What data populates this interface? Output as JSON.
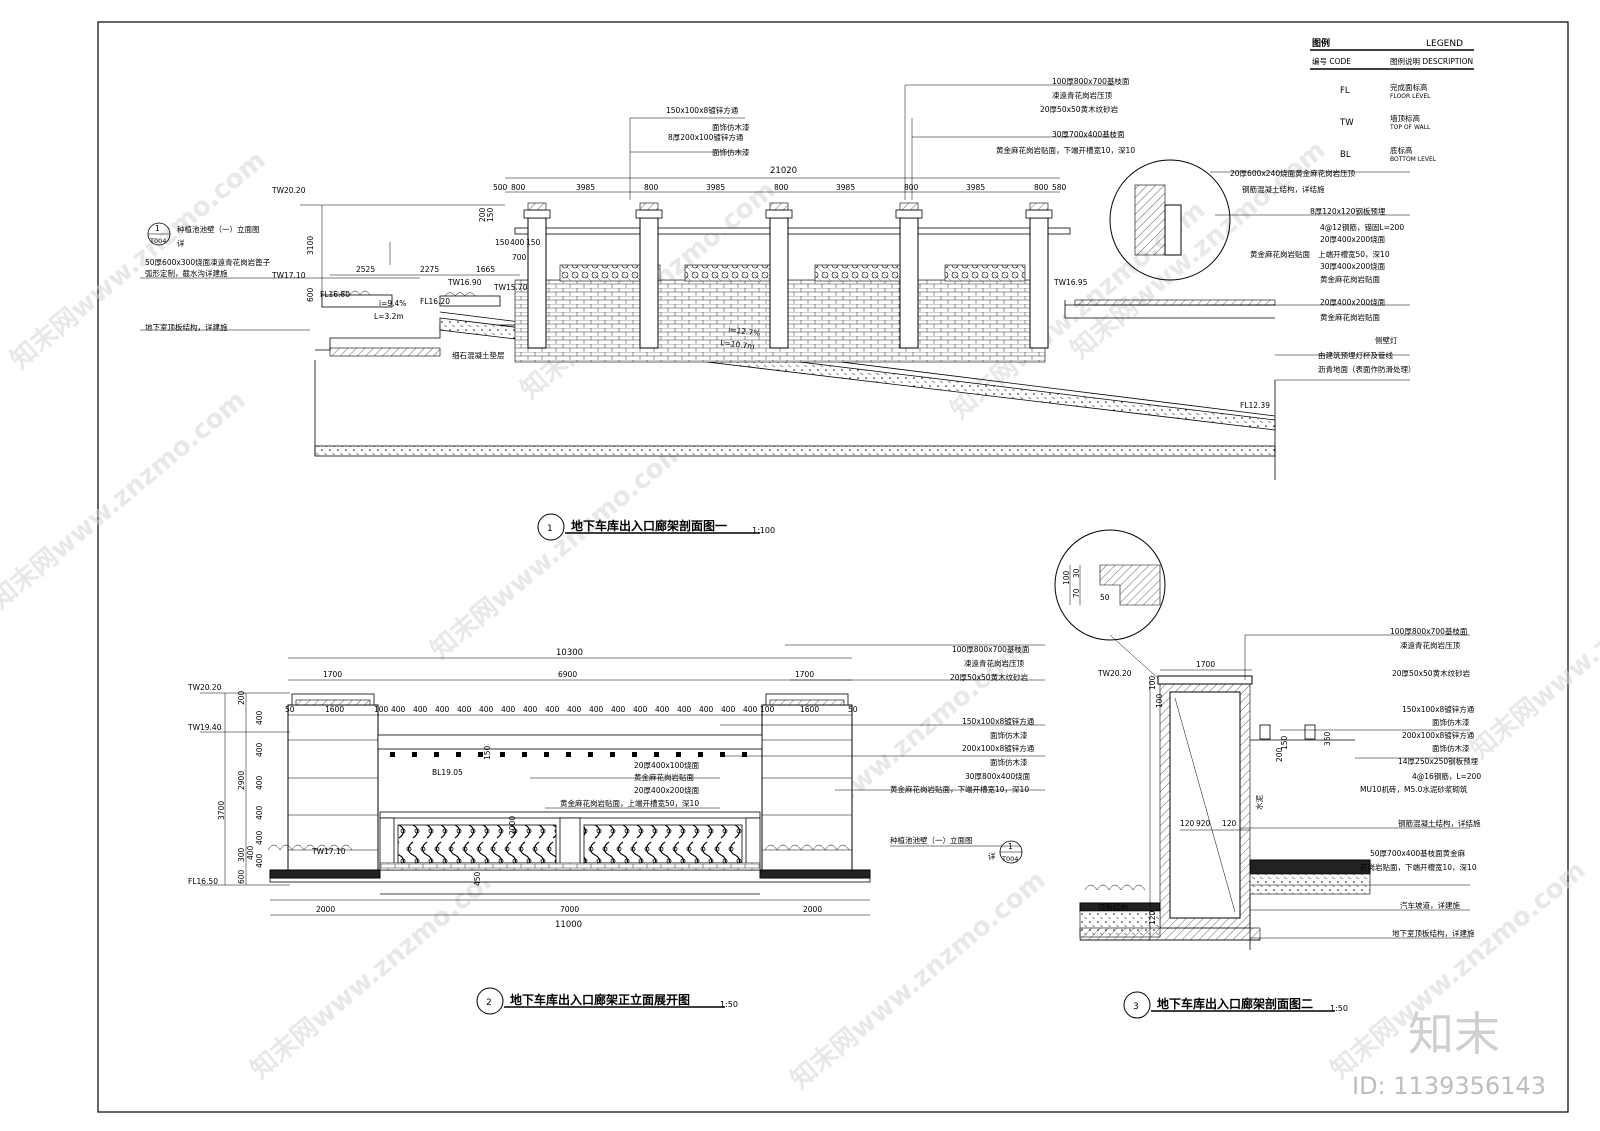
{
  "legend": {
    "title_cn": "图例",
    "title_en": "LEGEND",
    "col_code": "编号 CODE",
    "col_desc": "图例说明 DESCRIPTION",
    "items": [
      {
        "code": "FL",
        "cn": "完成面标高",
        "en": "FLOOR LEVEL"
      },
      {
        "code": "TW",
        "cn": "墙顶标高",
        "en": "TOP OF WALL"
      },
      {
        "code": "BL",
        "cn": "底标高",
        "en": "BOTTOM LEVEL"
      }
    ]
  },
  "section1": {
    "number": "1",
    "title": "地下车库出入口廊架剖面图一",
    "scale": "1:100",
    "top_notes": [
      "150x100x8镀锌方通",
      "面饰仿木漆",
      "8厚200x100镀锌方通",
      "面饰仿木漆"
    ],
    "right_top_notes": [
      "100厚800x700基枝面",
      "凍遠青花岗岩压顶",
      "20厚50x50黄木纹砂岩",
      "30厚700x400基枝面",
      "黄金麻花岗岩贴面，下端开槽宽10，深10"
    ],
    "right_notes": [
      "20厚600x240烧面黄金麻花岗岩压顶",
      "钢筋混凝土结构，详结施",
      "8厚120x120钢板预埋",
      "4@12钢筋，锚固L=200",
      "20厚400x200烧面",
      "黄金麻花岗岩贴面",
      "上端开槽宽50，深10",
      "30厚400x200烧面",
      "黄金麻花岗岩贴面",
      "20厚400x200烧面",
      "黄金麻花岗岩贴面",
      "侧壁灯",
      "由建筑预埋灯杯及管线",
      "沥青地面（表面作防滑处理）"
    ],
    "left_notes": [
      "种植池池壁（一）立面图",
      "详",
      "50厚600x300烧面凍遠青花岗岩篦子",
      "弧形定制，截水沟详建施",
      "地下室顶板结构，详建施",
      "细石混凝土垫层"
    ],
    "ref_num": "1",
    "ref_sheet": "T004",
    "dim_total": "21020",
    "dims": [
      "500",
      "800",
      "3985",
      "800",
      "3985",
      "800",
      "3985",
      "800",
      "3985",
      "800",
      "580"
    ],
    "dims_left": [
      "2525",
      "2275",
      "1665"
    ],
    "levels": [
      "TW20.20",
      "TW17.10",
      "FL16.80",
      "FL16.20",
      "TW16.90",
      "TW15.70",
      "TW16.95",
      "FL12.39"
    ],
    "vert_dims": [
      "3100",
      "600",
      "200",
      "150",
      "150",
      "400",
      "150",
      "700"
    ],
    "slope_left": [
      "i=9.4%",
      "L=3.2m"
    ],
    "slope_mid": [
      "i=12.7%",
      "L=10.7m"
    ]
  },
  "section2": {
    "number": "2",
    "title": "地下车库出入口廊架正立面展开图",
    "scale": "1:50",
    "dim_total_top": "10300",
    "dims_top": [
      "1700",
      "6900",
      "1700"
    ],
    "dims_sub": [
      "50",
      "1600",
      "100",
      "400",
      "400",
      "400",
      "400",
      "400",
      "400",
      "400",
      "400",
      "400",
      "400",
      "400",
      "400",
      "400",
      "400",
      "400",
      "400",
      "400",
      "100",
      "1600",
      "50"
    ],
    "dims_bottom": [
      "2000",
      "7000",
      "2000"
    ],
    "dim_total_bottom": "11000",
    "levels": [
      "TW20.20",
      "TW19.40",
      "BL19.05",
      "TW17.10",
      "FL16.50"
    ],
    "vert_dims": [
      "200",
      "400",
      "2900",
      "400",
      "400",
      "400",
      "400",
      "400",
      "3700",
      "300",
      "400",
      "600",
      "150",
      "2000",
      "450"
    ],
    "notes_mid": [
      "20厚400x100烧面",
      "黄金麻花岗岩贴面",
      "20厚400x200烧面",
      "黄金麻花岗岩贴面，上端开槽宽50，深10"
    ],
    "notes_right": [
      "100厚800x700基枝面",
      "凍遠青花岗岩压顶",
      "20厚50x50黄木纹砂岩",
      "150x100x8镀锌方通",
      "面饰仿木漆",
      "200x100x8镀锌方通",
      "面饰仿木漆",
      "30厚800x400烧面",
      "黄金麻花岗岩贴面，下端开槽宽10，深10"
    ],
    "ref_label": "种植池池壁（一）立面图",
    "ref_prefix": "详",
    "ref_num": "1",
    "ref_sheet": "T004"
  },
  "section3": {
    "number": "3",
    "title": "地下车库出入口廊架剖面图二",
    "scale": "1:50",
    "detail_dims": [
      "100",
      "30",
      "70",
      "50"
    ],
    "dims": [
      "1700",
      "920",
      "120",
      "120",
      "150",
      "200",
      "350",
      "100",
      "100",
      "120"
    ],
    "level": "TW20.20",
    "notes": [
      "100厚800x700基枝面",
      "凍遠青花岗岩压顶",
      "20厚50x50黄木纹砂岩",
      "150x100x8镀锌方通",
      "面饰仿木漆",
      "200x100x8镀锌方通",
      "面饰仿木漆",
      "14厚250x250钢板预埋",
      "4@16钢筋，L=200",
      "MU10机砖，M5.0水泥砂浆砌筑",
      "钢筋混凝土结构，详结施",
      "50厚700x400基枝面黄金麻",
      "花岗岩贴面，下端开槽宽10，深10",
      "汽车坡道，详建施",
      "地下室顶板结构，详建施"
    ],
    "left_note": "顶板结构",
    "side_note": "水泥"
  },
  "watermark": {
    "text": "知末网www.znzmo.com",
    "logo": "知末",
    "id": "ID: 1139356143"
  }
}
